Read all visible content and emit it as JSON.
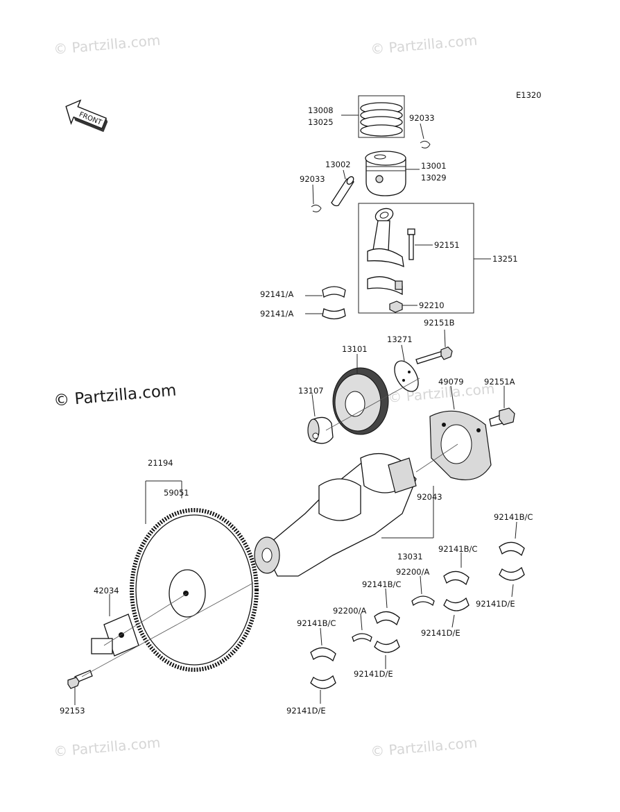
{
  "diagram_code": "E1320",
  "front_label": "FRONT",
  "watermarks": {
    "small": "© Partzilla.com",
    "main": "© Partzilla.com"
  },
  "labels": {
    "l13008": "13008",
    "l13025": "13025",
    "l92033a": "92033",
    "l13002": "13002",
    "l13001": "13001",
    "l13029": "13029",
    "l92033b": "92033",
    "l92151": "92151",
    "l13251": "13251",
    "l92141a1": "92141/A",
    "l92141a2": "92141/A",
    "l92210": "92210",
    "l92151b": "92151B",
    "l13271": "13271",
    "l13101": "13101",
    "l13107": "13107",
    "l49079": "49079",
    "l92151a": "92151A",
    "l21194": "21194",
    "l59051": "59051",
    "l92043": "92043",
    "l92141bc1": "92141B/C",
    "l13031": "13031",
    "l92141bc2": "92141B/C",
    "l92200a1": "92200/A",
    "l42034": "42034",
    "l92141bc3": "92141B/C",
    "l92141de1": "92141D/E",
    "l92200a2": "92200/A",
    "l92141bc4": "92141B/C",
    "l92141de2": "92141D/E",
    "l92141de3": "92141D/E",
    "l92153": "92153",
    "l92141de4": "92141D/E"
  }
}
